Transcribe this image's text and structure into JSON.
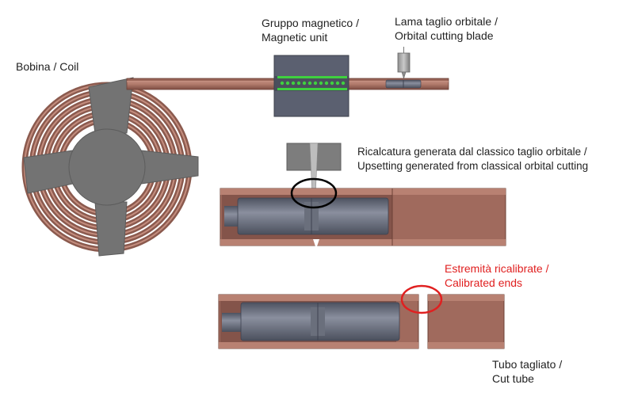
{
  "labels": {
    "coil": "Bobina / Coil",
    "magnetic_unit": [
      "Gruppo magnetico /",
      "Magnetic unit"
    ],
    "blade": [
      "Lama taglio orbitale /",
      "Orbital cutting blade"
    ],
    "upsetting": [
      "Ricalcatura generata dal classico taglio orbitale /",
      "Upsetting generated from classical orbital cutting"
    ],
    "calibrated": [
      "Estremità ricalibrate /",
      "Calibrated ends"
    ],
    "cut_tube": [
      "Tubo tagliato /",
      "Cut tube"
    ]
  },
  "colors": {
    "copper": "#a06a5d",
    "copper_dark": "#7a4a40",
    "copper_light": "#c79384",
    "steel": "#5d6270",
    "steel_light": "#7d8291",
    "gray": "#7a7a7a",
    "green": "#3cc83c",
    "highlight_black": "#000000",
    "highlight_red": "#e02020"
  }
}
